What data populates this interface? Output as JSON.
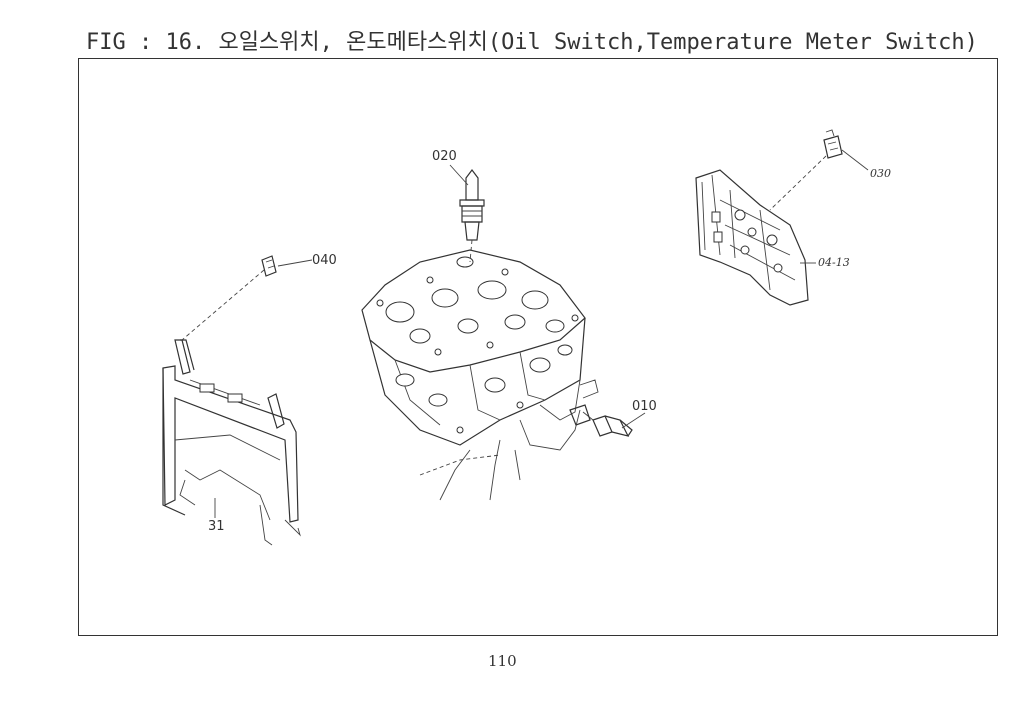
{
  "figure": {
    "title": "FIG : 16. 오일스위치, 온도메타스위치(Oil Switch,Temperature Meter Switch)",
    "page_number": "110"
  },
  "callouts": {
    "c020": "020",
    "c040": "040",
    "c030": "030",
    "c0413": "04-13",
    "c010": "010",
    "c31": "31"
  }
}
